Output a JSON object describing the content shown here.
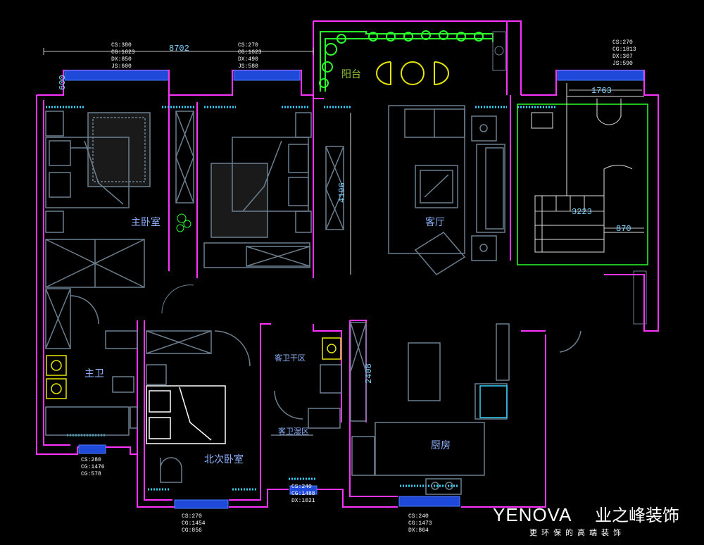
{
  "rooms": {
    "balcony": "阳台",
    "master_bedroom": "主卧室",
    "living_room": "客厅",
    "master_bath": "主卫",
    "north_bedroom": "北次卧室",
    "guest_bath_dry": "客卫干区",
    "guest_bath_wet": "客卫湿区",
    "kitchen": "厨房"
  },
  "dimensions": {
    "top_width": "8702",
    "left_depth": "600",
    "living_depth": "4196",
    "right_width": "1763",
    "stair_width": "3223",
    "stair_small": "870",
    "corridor": "2408"
  },
  "window_notes": {
    "top_left": [
      "CS:380",
      "CG:1023",
      "DX:850",
      "JS:600"
    ],
    "top_mid": [
      "CS:270",
      "CG:1023",
      "DX:490",
      "JS:580"
    ],
    "top_right": [
      "CS:270",
      "CG:1813",
      "DX:307",
      "JS:590"
    ],
    "bottom_left": [
      "CS:280",
      "CG:1476",
      "CG:578"
    ],
    "bottom_mid_left": [
      "CS:270",
      "CG:1454",
      "CG:856"
    ],
    "bottom_mid": [
      "CS:240",
      "CG:1488",
      "DX:1021"
    ],
    "bottom_right": [
      "CS:240",
      "CG:1473",
      "DX:864"
    ]
  },
  "brand": {
    "logo_text": "YENOVA",
    "name_cn": "业之峰装饰",
    "slogan": "更环保的高端装饰"
  },
  "colors": {
    "wall": "#ff33ff",
    "window": "#2f6bff",
    "furniture": "#6b7f8f",
    "green": "#2bff2b",
    "yellow": "#e5e500",
    "cyan": "#35d4ff"
  }
}
